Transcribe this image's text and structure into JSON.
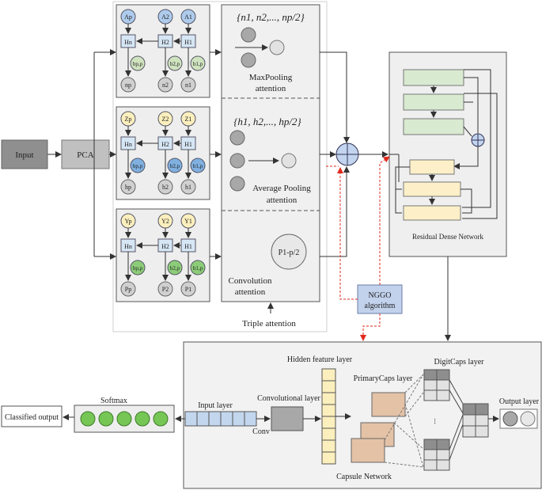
{
  "input_label": "Input",
  "pca_label": "PCA",
  "maxpool": {
    "set": "{n1, n2,..., np/2}",
    "title": "MaxPooling",
    "title2": "attention"
  },
  "avgpool": {
    "set": "{h1, h2,..., hp/2}",
    "title": "Average Pooling",
    "title2": "attention"
  },
  "conv_att": {
    "node": "P1-p/2",
    "title": "Convolution",
    "title2": "attention"
  },
  "triple_label": "Triple attention",
  "rdn_label": "Residual Dense Network",
  "nggo_label": "NGGO",
  "nggo_label2": "algorithm",
  "softmax_label": "Softmax",
  "classified_label": "Classified output",
  "input_layer_label": "Input layer",
  "conv_layer_label": "Convolutional layer",
  "conv_short_label": "Conv",
  "hidden_label": "Hidden feature layer",
  "primary_label": "PrimaryCaps layer",
  "digit_label": "DigitCaps layer",
  "output_label": "Output layer",
  "capsule_label": "Capsule Network",
  "dots": "...",
  "rows": [
    {
      "top": [
        "Ap",
        "A2",
        "A1"
      ],
      "mid": [
        "Hn",
        "H2",
        "H1"
      ],
      "b": [
        "bp,p",
        "b2,p",
        "b1,p"
      ],
      "bot": [
        "np",
        "n2",
        "n1"
      ],
      "top_color": "#aecbec",
      "b_color": "#cfe3bf",
      "bot_color": "#d0d0d0"
    },
    {
      "top": [
        "Zp",
        "Z2",
        "Z1"
      ],
      "mid": [
        "Hn",
        "H2",
        "H1"
      ],
      "b": [
        "bp,p",
        "b2,p",
        "b1,p"
      ],
      "bot": [
        "hp",
        "h2",
        "h1"
      ],
      "top_color": "#fbefbd",
      "b_color": "#7fb0e0",
      "bot_color": "#d0d0d0"
    },
    {
      "top": [
        "Yp",
        "Y2",
        "Y1"
      ],
      "mid": [
        "Hn",
        "H2",
        "H1"
      ],
      "b": [
        "bp,p",
        "b2,p",
        "b1,p"
      ],
      "bot": [
        "Pp",
        "P2",
        "P1"
      ],
      "top_color": "#fbefbd",
      "b_color": "#8ccc78",
      "bot_color": "#d0d0d0"
    }
  ],
  "colors": {
    "mid_box": "#d6e6f5",
    "green_box": "#d8ead0",
    "yellow_box": "#fdf0c8",
    "softmax_circle": "#76c655",
    "input_cells": "#c2d6ee",
    "hidden_cells": "#fbefbd",
    "primary_caps": "#e4c2a6",
    "red_arrow": "#e02a1e",
    "nggo_fill": "#c2d2ec"
  }
}
